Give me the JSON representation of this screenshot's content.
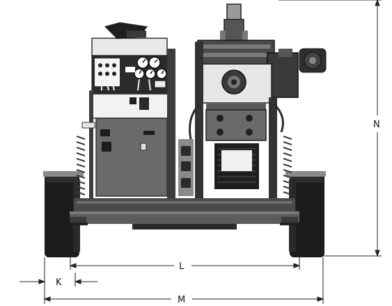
{
  "dimensions": {
    "L": "L",
    "K": "K",
    "M": "M",
    "N": "N"
  },
  "colors": {
    "steel_dark": "#3a3a3a",
    "steel_mid": "#6b6b6b",
    "steel_light": "#a9a9a9",
    "panel_white": "#f2f2f2",
    "tire_black": "#1b1b1b",
    "spring_yellow": "#d9c86a",
    "line": "#222222"
  }
}
